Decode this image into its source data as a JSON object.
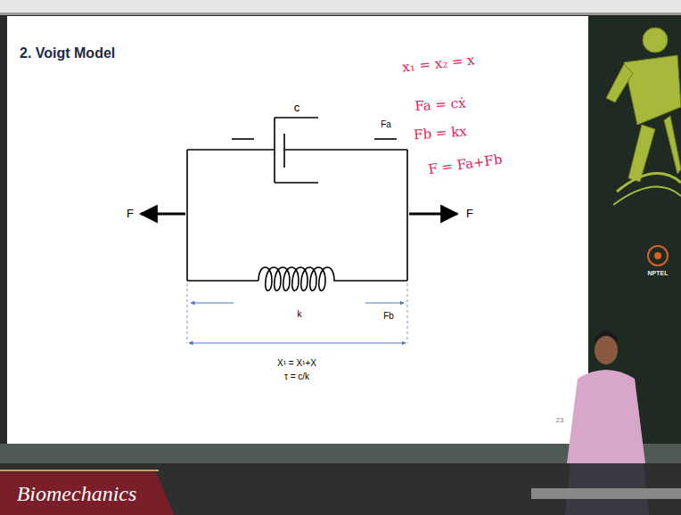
{
  "diagram": {
    "title": "2. Voigt Model",
    "labels": [
      "c",
      "Fa",
      "F",
      "F",
      "k",
      "Fb",
      "X¹ = X¹+X",
      "τ = c/k",
      "23",
      "x₁ = x₂ = x",
      "Fa = cẋ",
      "Fb = kx",
      "F = Fa+Fb",
      "NPTEL",
      "Biomechanics"
    ]
  }
}
